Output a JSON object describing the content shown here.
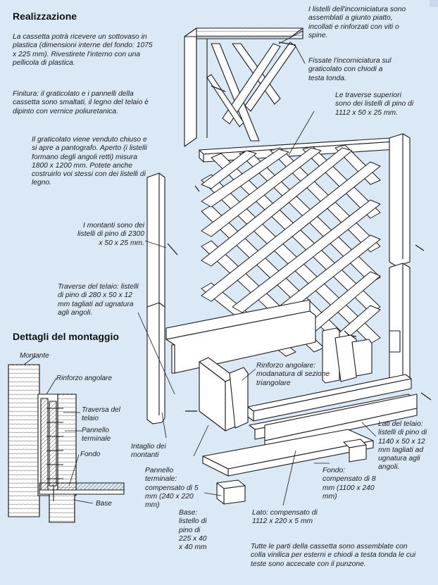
{
  "colors": {
    "background": "#dbe9f7",
    "wood": "#ffffff",
    "line": "#1a1a1a"
  },
  "intro": {
    "title": "Realizzazione",
    "para1": "La cassetta potrà ricevere un sottovaso in plastica (dimensioni interne del fondo: 1075 x 225 mm). Rivestirete l'interno con una pellicola di plastica.",
    "para2": "Finitura: il graticolato e i pannelli della cassetta sono smaltati, il legno del telaio è dipinto con vernice poliuretanica.",
    "para3": "Il graticolato viene venduto chiuso e si apre a pantografo. Aperto (i listelli formano degli angoli retti) misura 1800 x 1200 mm. Potete anche costruirlo voi stessi con dei listelli di legno."
  },
  "notes": {
    "corner_joint": "I listelli dell'incorniciatura sono assemblati a giunto piatto, incollati e rinforzati con viti o spine.",
    "fix_frame": "Fissate l'incorniciatura sul graticolato con chiodi a testa tonda.",
    "top_rails": "Le traverse superiori sono dei listelli di pino di 1112 x 50 x 25 mm.",
    "uprights": "I montanti sono dei listelli di pino di 2300 x 50 x 25 mm.",
    "frame_rails": "Traverse del telaio: listelli di pino di 280 x 50 x 12 mm tagliati ad ugnatura agli angoli.",
    "corner_brace": "Rinforzo angolare: modanatura di sezione triangolare",
    "notch": "Intaglio dei montanti",
    "end_panel": "Pannello terminale: compensato di 5 mm (240 x 220 mm)",
    "base": "Base: listello di pino di 225 x 40 x 40 mm",
    "side": "Lato: compensato di 1112 x 220 x 5 mm",
    "bottom": "Fondo: compensato di 8 mm (1100 x 240 mm)",
    "frame_sides": "Lati del telaio: listelli di pino di 1140 x 50 x 12 mm tagliati ad ugnatura agli angoli.",
    "assembly": "Tutte le parti della cassetta sono assemblate con colla vinilica per esterni e chiodi a testa tonda le cui teste sono accecate con il punzone."
  },
  "detail": {
    "title": "Dettagli del montaggio",
    "labels": {
      "montante": "Montante",
      "rinforzo": "Rinforzo angolare",
      "traversa": "Traversa del telaio",
      "pannello": "Pannello terminale",
      "fondo": "Fondo",
      "base": "Base"
    }
  }
}
